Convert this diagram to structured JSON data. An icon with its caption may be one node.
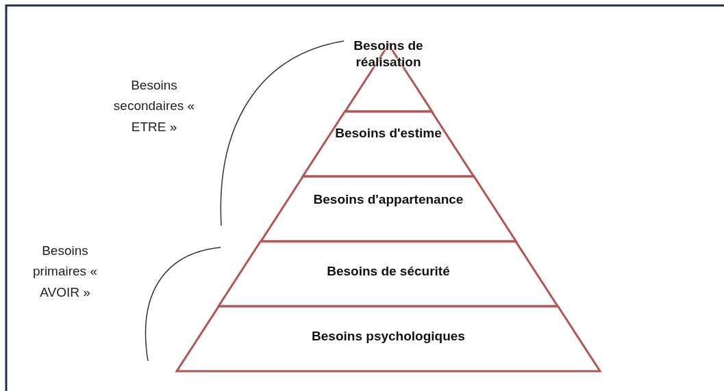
{
  "diagram": {
    "nodes": [
      {
        "text": [
          "Besoins de réalisation"
        ]
      },
      {
        "text": [
          "Besoins d'estime"
        ]
      },
      {
        "text": [
          "Besoins d'appartenance"
        ]
      },
      {
        "text": [
          "Besoins de sécurité"
        ]
      },
      {
        "text": [
          "Besoins psychologiques"
        ]
      }
    ],
    "labels": [
      "Besoins secondaires « ETRE »",
      "Besoins primaires « AVOIR »"
    ]
  }
}
